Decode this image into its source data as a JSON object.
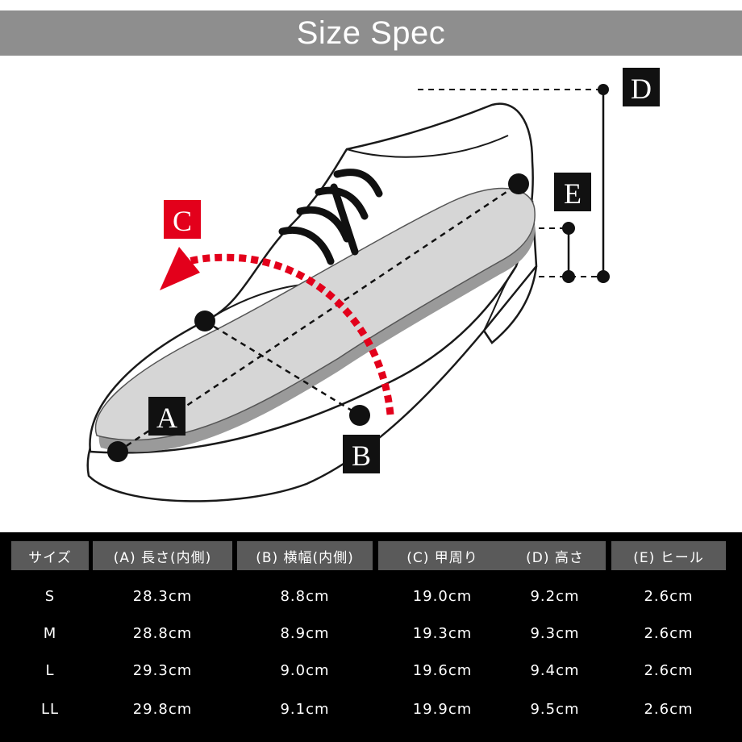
{
  "title": "Size Spec",
  "labels": {
    "a": "A",
    "b": "B",
    "c": "C",
    "d": "D",
    "e": "E"
  },
  "colors": {
    "title_bar": "#8e8e8e",
    "accent_red": "#e3001b",
    "badge": "#111111",
    "sole_gray": "#d6d6d6",
    "table_bg": "#000000",
    "header_cell": "#5a5a5a"
  },
  "table": {
    "headers": [
      "サイズ",
      "(A) 長さ(内側)",
      "(B) 横幅(内側)",
      "(C) 甲周り",
      "(D) 高さ",
      "(E) ヒール"
    ],
    "rows": [
      [
        "S",
        "28.3cm",
        "8.8cm",
        "19.0cm",
        "9.2cm",
        "2.6cm"
      ],
      [
        "M",
        "28.8cm",
        "8.9cm",
        "19.3cm",
        "9.3cm",
        "2.6cm"
      ],
      [
        "L",
        "29.3cm",
        "9.0cm",
        "19.6cm",
        "9.4cm",
        "2.6cm"
      ],
      [
        "LL",
        "29.8cm",
        "9.1cm",
        "19.9cm",
        "9.5cm",
        "2.6cm"
      ]
    ]
  }
}
